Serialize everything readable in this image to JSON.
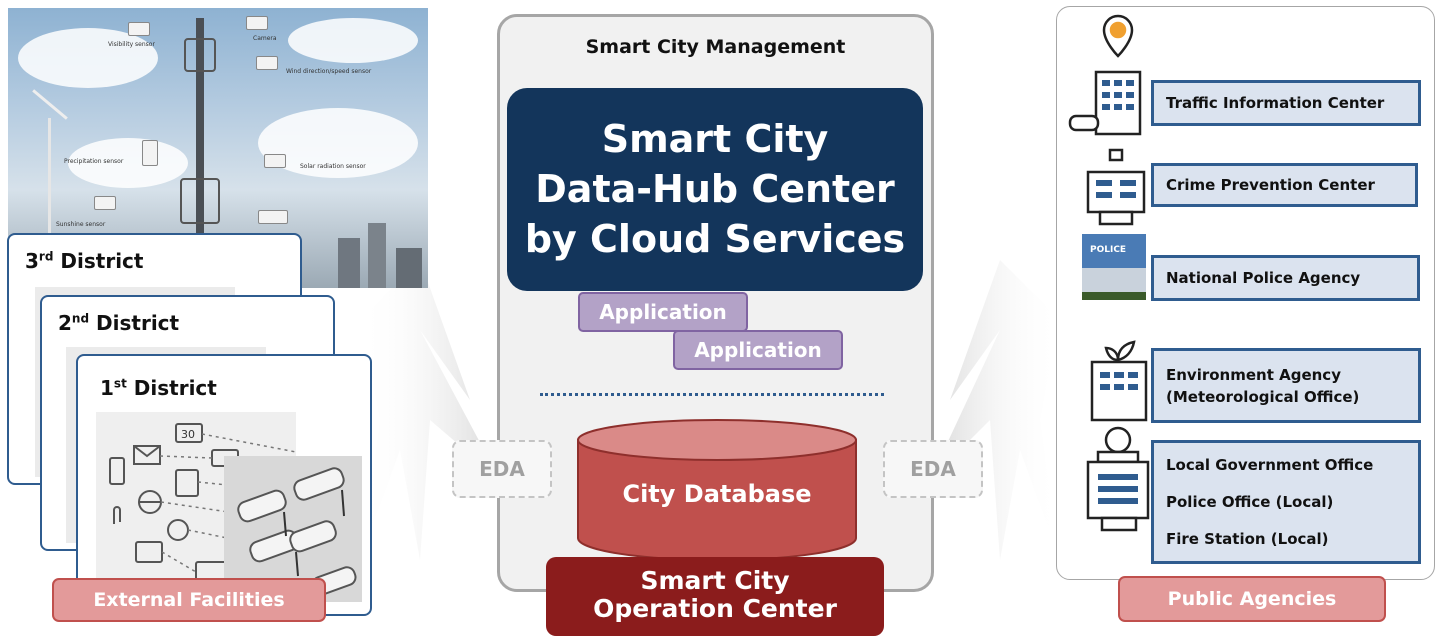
{
  "left": {
    "photo": {
      "sensor_labels": [
        "Visibility sensor",
        "Camera",
        "Wind direction/speed sensor",
        "Precipitation sensor",
        "Solar radiation sensor",
        "Sunshine sensor"
      ]
    },
    "districts": [
      {
        "num": "3",
        "sup": "rd",
        "word": "District"
      },
      {
        "num": "2",
        "sup": "nd",
        "word": "District"
      },
      {
        "num": "1",
        "sup": "st",
        "word": "District"
      }
    ],
    "calendar_day": "30",
    "label": "External Facilities"
  },
  "center": {
    "panel_title": "Smart City Management",
    "data_hub": {
      "line1": "Smart City",
      "line2": "Data-Hub Center",
      "line3": "by Cloud Services"
    },
    "applications": [
      "Application",
      "Application"
    ],
    "database_label": "City Database",
    "operation_center": {
      "line1": "Smart City",
      "line2": "Operation Center"
    }
  },
  "eda": {
    "left": "EDA",
    "right": "EDA"
  },
  "right": {
    "police_sign": "POLICE",
    "agencies": [
      {
        "lines": [
          "Traffic Information Center"
        ]
      },
      {
        "lines": [
          "Crime Prevention Center"
        ]
      },
      {
        "lines": [
          "National Police Agency"
        ]
      },
      {
        "lines": [
          "Environment Agency",
          "(Meteorological Office)"
        ]
      },
      {
        "lines": [
          "Local Government Office",
          "Police Office (Local)",
          "Fire Station (Local)"
        ]
      }
    ],
    "label": "Public Agencies"
  },
  "colors": {
    "hub_navy": "#13355b",
    "operation_red": "#8b1c1c",
    "database_red": "#c0504d",
    "application_purple": "#b3a2c7",
    "agency_blue": "#2f5c8f",
    "label_pink": "#e39a9a"
  }
}
